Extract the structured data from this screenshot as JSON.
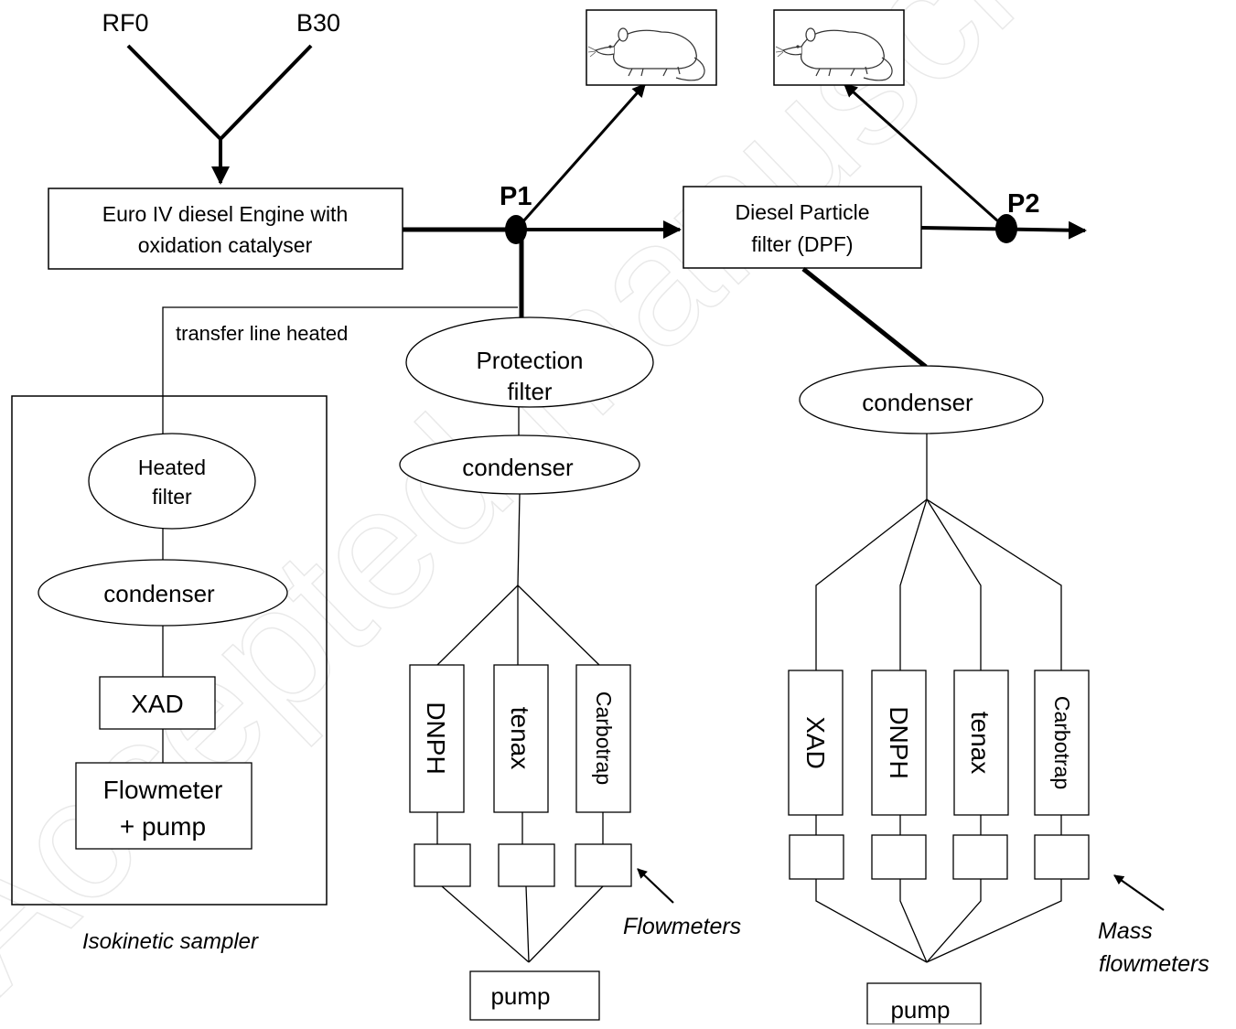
{
  "fuels": {
    "left": "RF0",
    "right": "B30"
  },
  "engine": {
    "line1": "Euro IV diesel Engine with",
    "line2": "oxidation catalyser"
  },
  "points": {
    "p1": "P1",
    "p2": "P2"
  },
  "dpf": {
    "line1": "Diesel Particle",
    "line2": "filter (DPF)"
  },
  "transfer_line": "transfer line heated",
  "isokinetic": {
    "heated_filter_line1": "Heated",
    "heated_filter_line2": "filter",
    "condenser": "condenser",
    "xad": "XAD",
    "flowmeter_line1": "Flowmeter",
    "flowmeter_line2": "+ pump",
    "caption": "Isokinetic sampler"
  },
  "p1_branch": {
    "protection_filter_line1": "Protection",
    "protection_filter_line2": "filter",
    "condenser": "condenser",
    "tubes": [
      "DNPH",
      "tenax",
      "Carbotrap"
    ],
    "pump": "pump",
    "flowmeters_caption": "Flowmeters"
  },
  "p2_branch": {
    "condenser": "condenser",
    "tubes": [
      "XAD",
      "DNPH",
      "tenax",
      "Carbotrap"
    ],
    "pump": "pump",
    "caption_line1": "Mass",
    "caption_line2": "flowmeters"
  },
  "watermark": "Accepted manuscript",
  "icons": {
    "animal_exposure": "rat-icon"
  }
}
